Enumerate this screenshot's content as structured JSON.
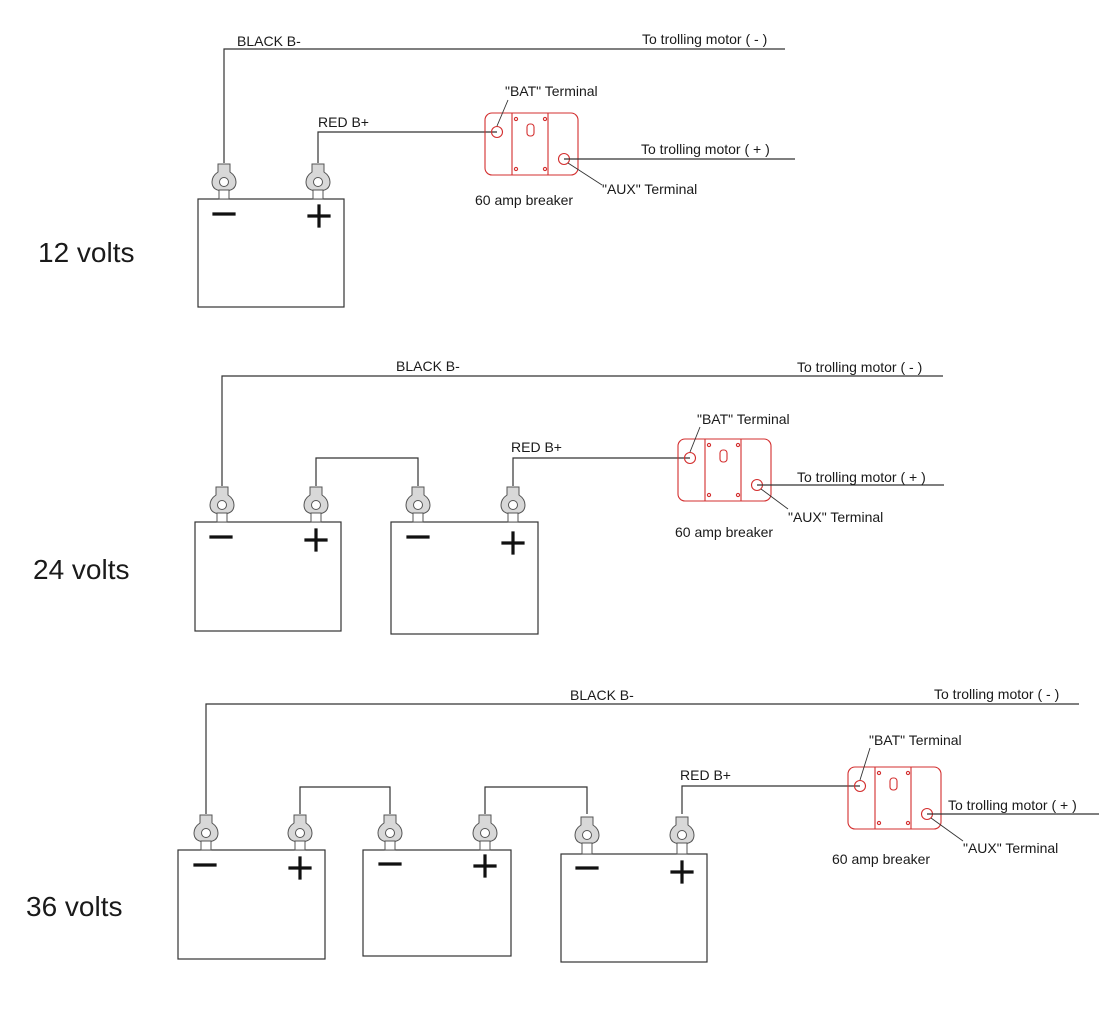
{
  "colors": {
    "wire": "#333333",
    "breaker": "#d32f2f"
  },
  "sections": [
    {
      "voltage": "12 volts",
      "black_label": "BLACK B-",
      "red_label": "RED B+",
      "motor_neg": "To trolling motor ( - )",
      "motor_pos": "To trolling motor ( + )",
      "bat_terminal": "\"BAT\" Terminal",
      "aux_terminal": "\"AUX\" Terminal",
      "breaker": "60 amp breaker"
    },
    {
      "voltage": "24 volts",
      "black_label": "BLACK B-",
      "red_label": "RED B+",
      "motor_neg": "To trolling motor ( - )",
      "motor_pos": "To trolling motor ( + )",
      "bat_terminal": "\"BAT\" Terminal",
      "aux_terminal": "\"AUX\" Terminal",
      "breaker": "60 amp breaker"
    },
    {
      "voltage": "36 volts",
      "black_label": "BLACK B-",
      "red_label": "RED B+",
      "motor_neg": "To trolling motor ( - )",
      "motor_pos": "To trolling motor ( + )",
      "bat_terminal": "\"BAT\" Terminal",
      "aux_terminal": "\"AUX\" Terminal",
      "breaker": "60 amp breaker"
    }
  ]
}
